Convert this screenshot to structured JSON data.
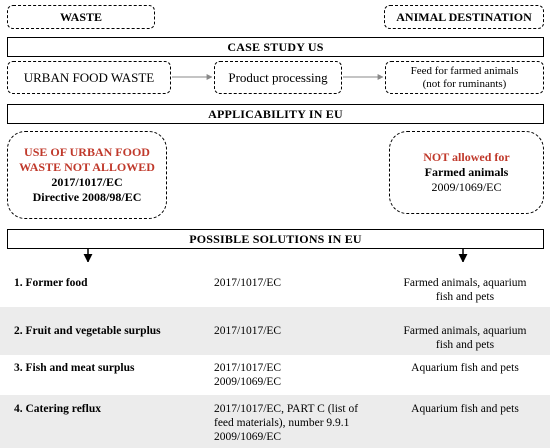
{
  "header": {
    "waste": "WASTE",
    "animal_destination": "ANIMAL DESTINATION"
  },
  "sections": {
    "case_study": "CASE STUDY US",
    "applicability": "APPLICABILITY IN EU",
    "solutions": "POSSIBLE SOLUTIONS IN EU"
  },
  "flow": {
    "urban_food_waste": "URBAN FOOD WASTE",
    "product_processing": "Product processing",
    "feed_line1": "Feed for farmed animals",
    "feed_line2": "(not for ruminants)"
  },
  "eu_left": {
    "red_line1": "USE OF URBAN FOOD",
    "red_line2": "WASTE  NOT ALLOWED",
    "ref1": "2017/1017/EC",
    "ref2": "Directive 2008/98/EC"
  },
  "eu_right": {
    "red": "NOT allowed for",
    "line2": "Farmed animals",
    "ref": "2009/1069/EC"
  },
  "rows": [
    {
      "name": "1. Former food",
      "ref1": "2017/1017/EC",
      "dest1": "Farmed animals, aquarium",
      "dest2": "fish and pets"
    },
    {
      "name": "2. Fruit and vegetable surplus",
      "ref1": "2017/1017/EC",
      "dest1": "Farmed animals, aquarium",
      "dest2": "fish and pets"
    },
    {
      "name": "3. Fish and meat surplus",
      "ref1": "2017/1017/EC",
      "ref2": "2009/1069/EC",
      "dest1": "Aquarium  fish and pets"
    },
    {
      "name": "4. Catering reflux",
      "ref1": "2017/1017/EC,  PART C (list of",
      "ref2": "feed materials), number 9.9.1",
      "ref3": "2009/1069/EC",
      "dest1": "Aquarium  fish and pets"
    }
  ],
  "colors": {
    "red_text": "#c0392b",
    "row_shade": "#ececec"
  }
}
